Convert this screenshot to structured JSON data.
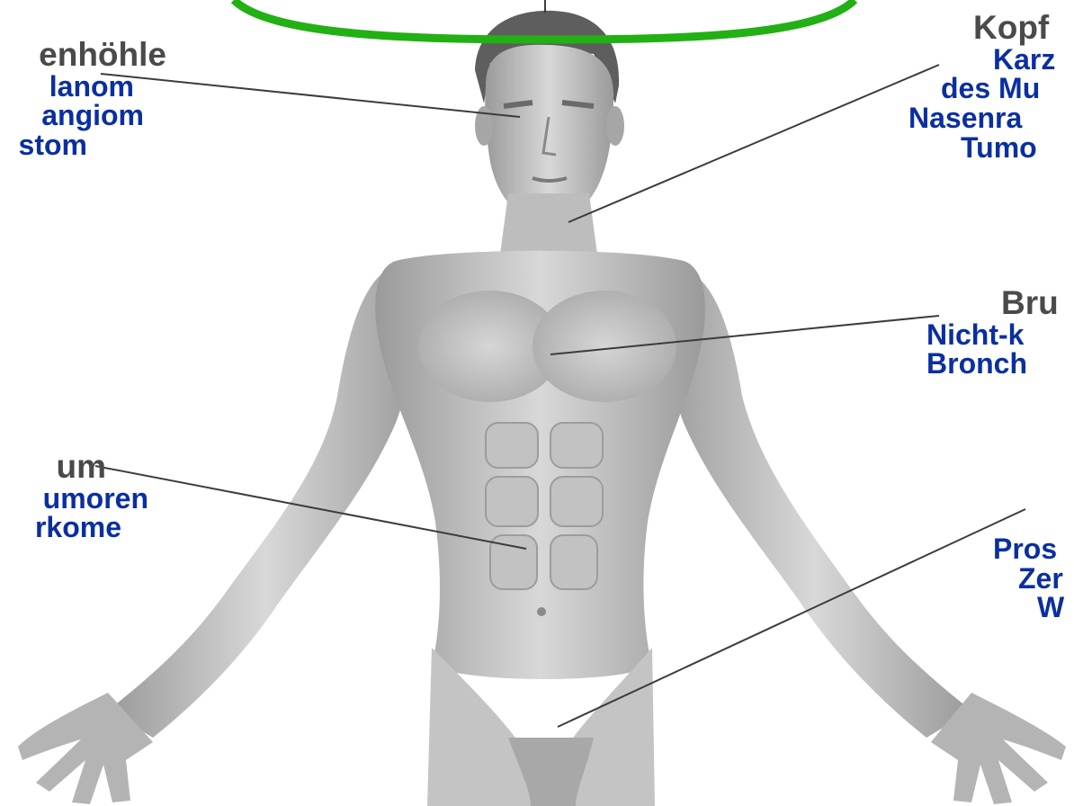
{
  "colors": {
    "heading": "#4a4a4a",
    "item": "#0a2fa0",
    "leader": "#3c3c3c",
    "ring": "#22b014",
    "skin": "#c8c8c8"
  },
  "labels": {
    "eye": {
      "heading": "enhöhle",
      "items": [
        "lanom",
        "angiom",
        "stom"
      ]
    },
    "abdomen": {
      "heading": "um",
      "items": [
        "umoren",
        "rkome"
      ]
    },
    "headneck": {
      "heading": "Kopf",
      "items": [
        "Karz",
        "des Mu",
        "Nasenra",
        "Tumo"
      ]
    },
    "chest": {
      "heading": "Bru",
      "items": [
        "Nicht-k",
        "Bronch"
      ]
    },
    "pelvis": {
      "heading": "",
      "items": [
        "Pros",
        "Zer",
        "W"
      ]
    }
  }
}
